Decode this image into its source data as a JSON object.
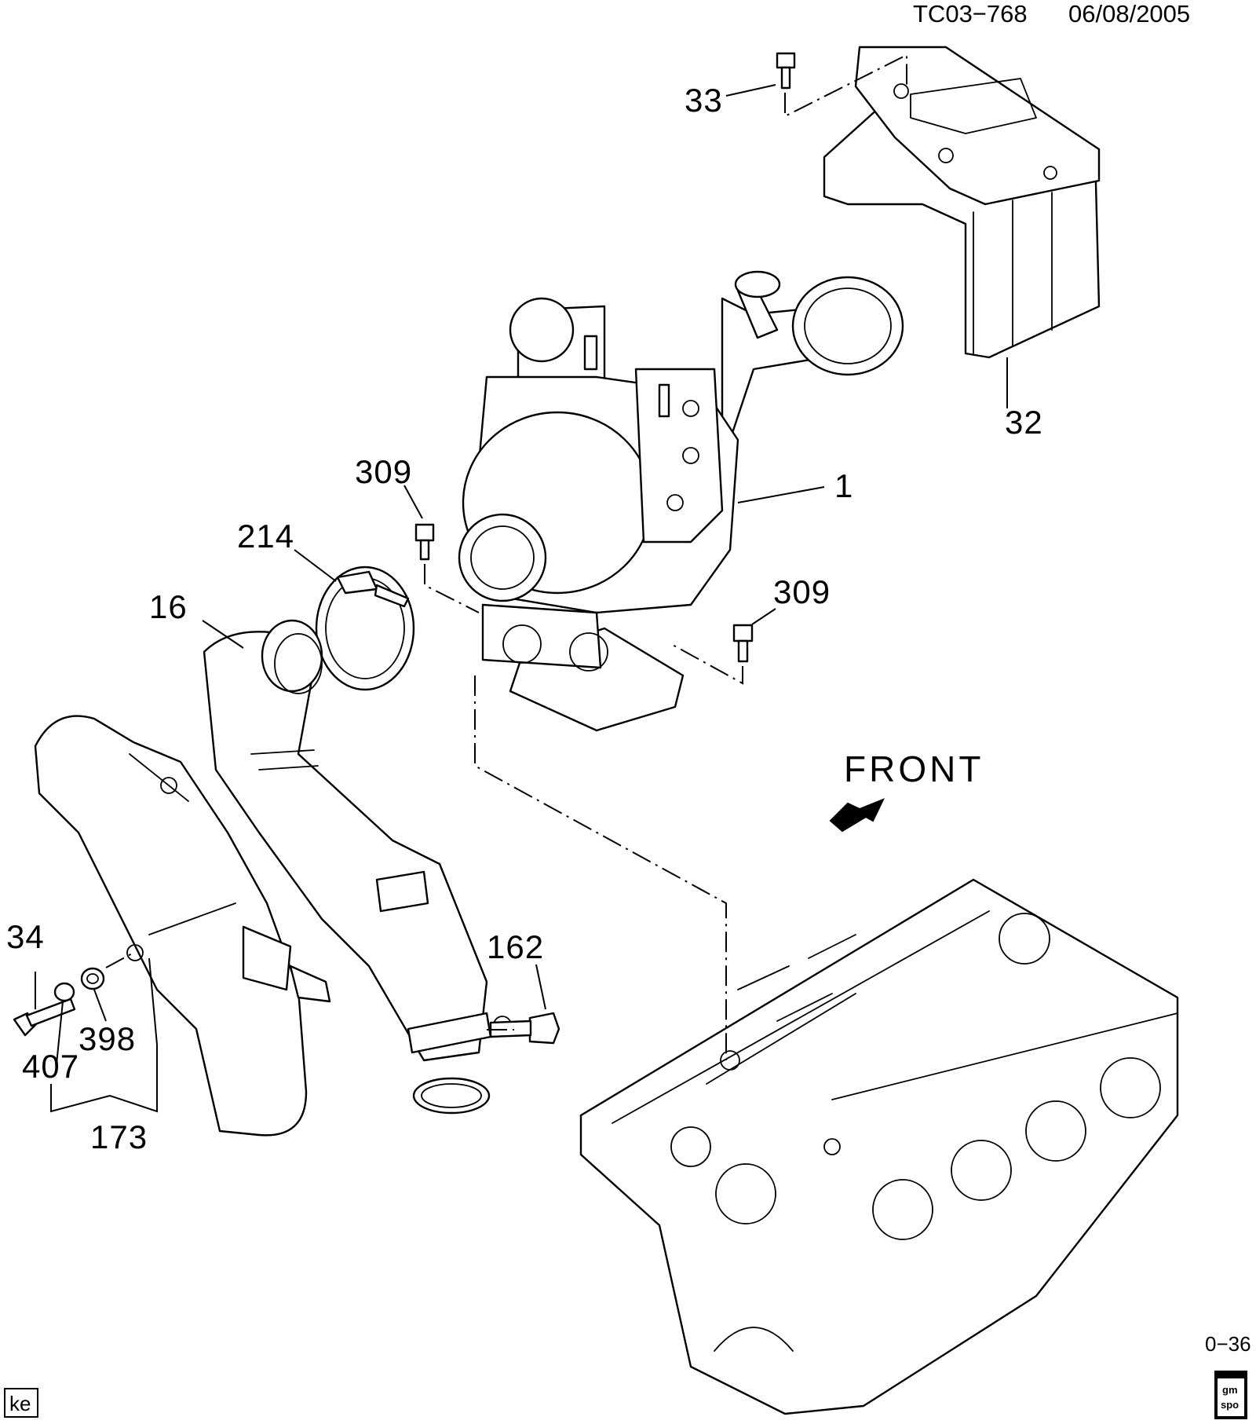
{
  "header": {
    "drawing_id": "TC03−768",
    "date": "06/08/2005"
  },
  "direction_label": "FRONT",
  "callouts": [
    {
      "key": "c33",
      "text": "33"
    },
    {
      "key": "c32",
      "text": "32"
    },
    {
      "key": "c1",
      "text": "1"
    },
    {
      "key": "c309a",
      "text": "309"
    },
    {
      "key": "c309b",
      "text": "309"
    },
    {
      "key": "c214",
      "text": "214"
    },
    {
      "key": "c16",
      "text": "16"
    },
    {
      "key": "c34",
      "text": "34"
    },
    {
      "key": "c398",
      "text": "398"
    },
    {
      "key": "c407",
      "text": "407"
    },
    {
      "key": "c173",
      "text": "173"
    },
    {
      "key": "c162",
      "text": "162"
    }
  ],
  "page_ref": "0−36",
  "initials_box": "ke",
  "logo": {
    "line1": "gm",
    "line2": "spo"
  }
}
